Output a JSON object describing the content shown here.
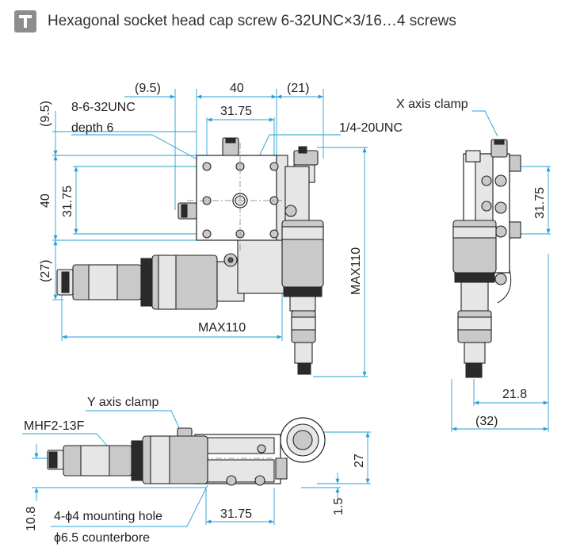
{
  "header": {
    "icon": "screw-icon",
    "title": "Hexagonal socket head cap screw 6-32UNC×3/16…4 screws"
  },
  "top_view": {
    "dim_left_offset": "(9.5)",
    "dim_width": "40",
    "dim_right_offset": "(21)",
    "dim_hole_pitch": "31.75",
    "dim_top_offset": "(9.5)",
    "dim_height": "40",
    "dim_hole_pitch_v": "31.75",
    "dim_bottom_offset": "(27)",
    "dim_max_width": "MAX110",
    "dim_max_height": "MAX110",
    "thread_label": "8-6-32UNC",
    "depth_label": "depth 6",
    "center_thread_label": "1/4-20UNC"
  },
  "side_view": {
    "clamp_label": "X axis clamp",
    "dim_hole_pitch": "31.75",
    "dim_offset": "21.8",
    "dim_total": "(32)"
  },
  "front_view": {
    "clamp_label": "Y axis clamp",
    "micrometer_label": "MHF2-13F",
    "dim_height": "27",
    "dim_base": "1.5",
    "dim_axis_height": "10.8",
    "dim_hole_pitch": "31.75",
    "mounting_hole_label": "4-ϕ4 mounting hole",
    "counterbore_label": "ϕ6.5 counterbore"
  }
}
